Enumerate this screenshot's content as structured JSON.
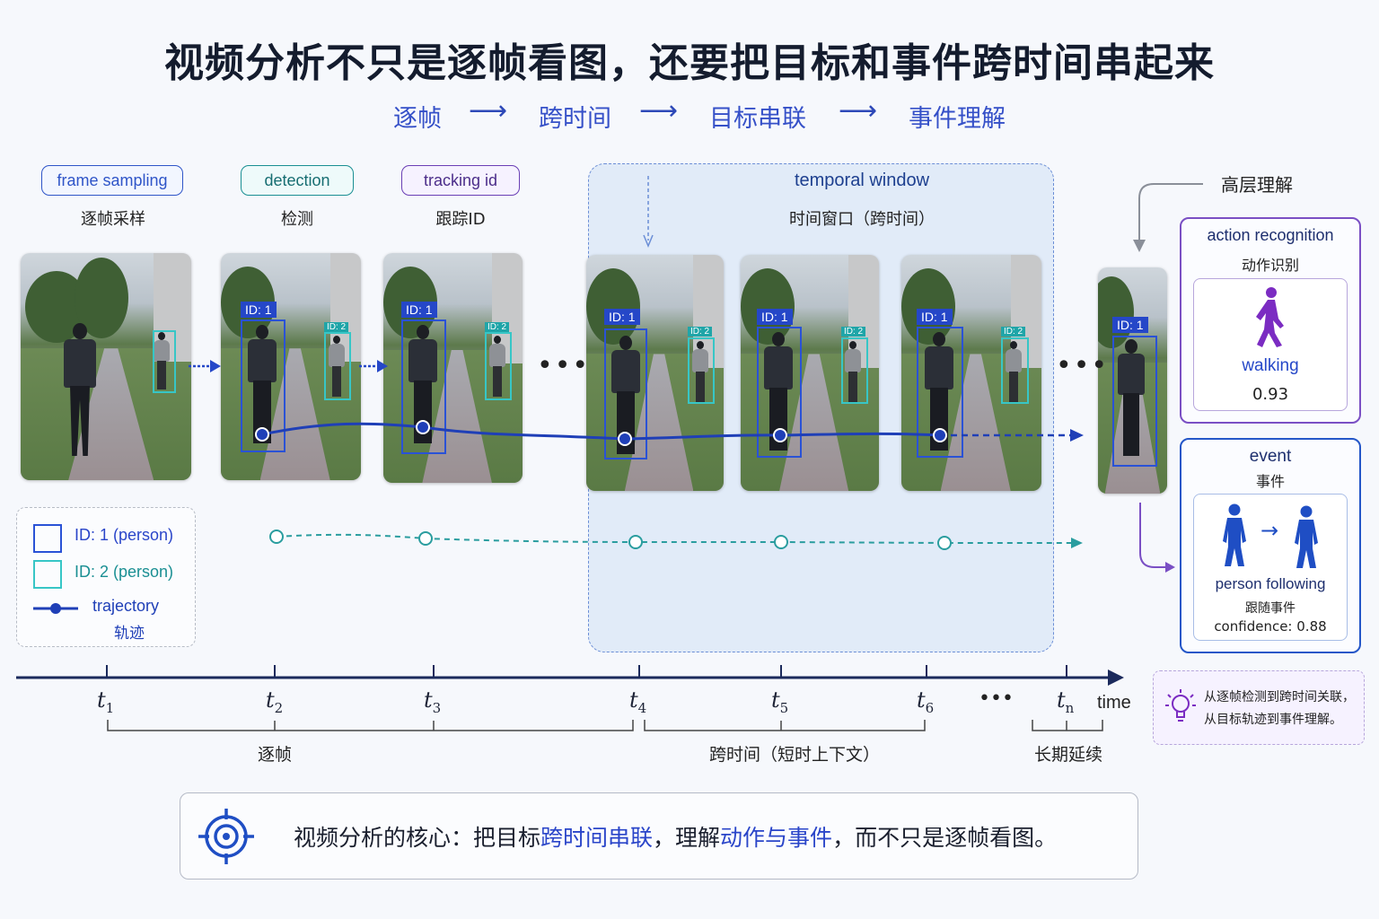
{
  "title": "视频分析不只是逐帧看图，还要把目标和事件跨时间串起来",
  "flow": [
    "逐帧",
    "跨时间",
    "目标串联",
    "事件理解"
  ],
  "stages": [
    {
      "tag": "frame sampling",
      "label": "逐帧采样",
      "color": "#2f55c8"
    },
    {
      "tag": "detection",
      "label": "检测",
      "color": "#1a8f93"
    },
    {
      "tag": "tracking id",
      "label": "跟踪ID",
      "color": "#6a3fb5"
    }
  ],
  "temporal_window": {
    "tag": "temporal window",
    "label": "时间窗口（跨时间）"
  },
  "high_level_label": "高层理解",
  "id_tags": {
    "id1": "ID: 1",
    "id2": "ID: 2"
  },
  "ellipsis": "•••",
  "legend": {
    "id1": "ID: 1 (person)",
    "id2": "ID: 2 (person)",
    "trajectory_en": "trajectory",
    "trajectory_zh": "轨迹"
  },
  "action_card": {
    "title_en": "action recognition",
    "title_zh": "动作识别",
    "action": "walking",
    "score": "0.93",
    "accent": "#6a3fb5"
  },
  "event_card": {
    "title_en": "event",
    "title_zh": "事件",
    "event_en": "person following",
    "event_zh": "跟随事件",
    "confidence_label": "confidence:",
    "confidence": "0.88",
    "accent": "#2456c8"
  },
  "timeline": {
    "ticks": [
      {
        "t": "t",
        "sub": "1"
      },
      {
        "t": "t",
        "sub": "2"
      },
      {
        "t": "t",
        "sub": "3"
      },
      {
        "t": "t",
        "sub": "4"
      },
      {
        "t": "t",
        "sub": "5"
      },
      {
        "t": "t",
        "sub": "6"
      },
      {
        "t": "t",
        "sub": "n"
      }
    ],
    "time_label": "time",
    "brackets": [
      "逐帧",
      "跨时间（短时上下文）",
      "长期延续"
    ]
  },
  "tip": {
    "line1": "从逐帧检测到跨时间关联，",
    "line2": "从目标轨迹到事件理解。"
  },
  "footer": {
    "part1": "视频分析的核心：把目标",
    "hl1": "跨时间串联",
    "part2": "，理解",
    "hl2": "动作与事件",
    "part3": "，而不只是逐帧看图。"
  },
  "colors": {
    "id1": "#2a52d6",
    "id2": "#37c6c6",
    "axis": "#1b2a5c",
    "flow": "#3550c8"
  }
}
